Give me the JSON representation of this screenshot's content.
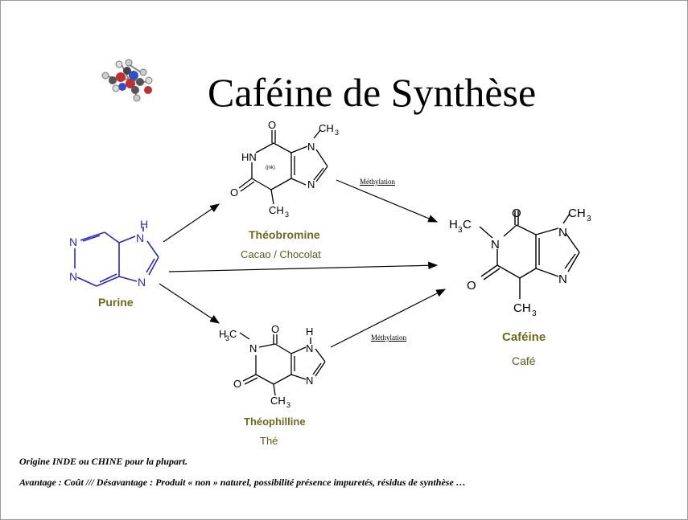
{
  "title": "Caféine de Synthèse",
  "molecules": {
    "purine": {
      "name": "Purine"
    },
    "theobromine": {
      "name": "Théobromine",
      "source": "Cacao / Chocolat"
    },
    "theophilline": {
      "name": "Théophilline",
      "source": "Thé"
    },
    "cafeine": {
      "name": "Caféine",
      "source": "Café"
    }
  },
  "arrows": {
    "methylation_label": "Méthylation"
  },
  "notes": {
    "origin": "Origine INDE  ou CHINE  pour la plupart.",
    "pros_cons": "Avantage : Coût   ///  Désavantage  : Produit « non » naturel, possibilité présence  impuretés, résidus  de synthèse  …"
  },
  "colors": {
    "purine_blue": "#2a2ab8",
    "label_olive": "#6e6a1e"
  },
  "icons": {
    "logo": "molecule-3d-model-icon"
  }
}
